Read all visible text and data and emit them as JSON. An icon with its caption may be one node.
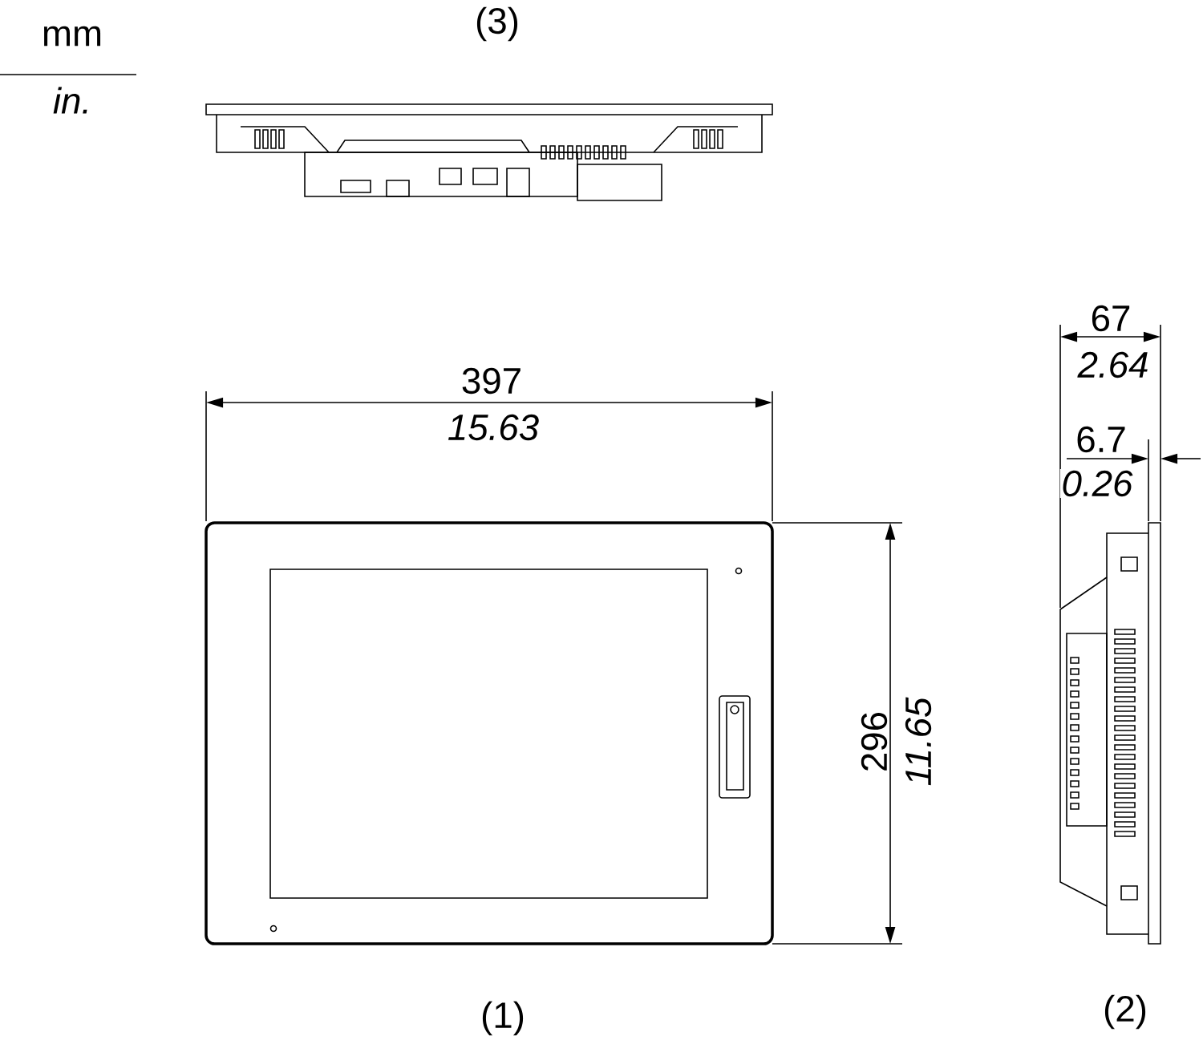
{
  "diagram": {
    "labels": [
      "mm",
      "in.",
      "(3)",
      "397",
      "15.63",
      "67",
      "2.64",
      "6.7",
      "0.26",
      "296",
      "11.65",
      "(1)",
      "(2)"
    ]
  }
}
